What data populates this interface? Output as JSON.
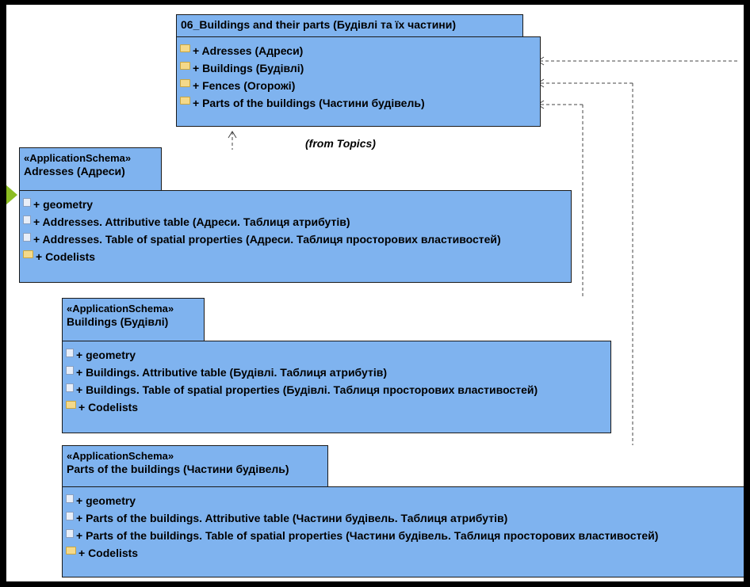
{
  "topics_package": {
    "title": "06_Buildings and their parts (Будівлі та їх частини)",
    "items": [
      {
        "icon": "folder-icon",
        "label": "+ Adresses (Адреси)"
      },
      {
        "icon": "folder-icon",
        "label": "+ Buildings (Будівлі)"
      },
      {
        "icon": "folder-icon",
        "label": "+ Fences (Огорожі)"
      },
      {
        "icon": "folder-icon",
        "label": "+ Parts of the buildings (Частини будівель)"
      }
    ],
    "from": "(from Topics)"
  },
  "adresses_package": {
    "stereotype": "«ApplicationSchema»",
    "name": "Adresses (Адреси)",
    "items": [
      {
        "icon": "class-icon",
        "label": "+ geometry"
      },
      {
        "icon": "class-icon",
        "label": "+ Addresses. Attributive table (Адреси. Таблиця атрибутів)"
      },
      {
        "icon": "class-icon",
        "label": "+ Addresses. Table of spatial properties (Адреси. Таблиця просторових властивостей)"
      },
      {
        "icon": "folder-icon",
        "label": "+ Codelists"
      }
    ]
  },
  "buildings_package": {
    "stereotype": "«ApplicationSchema»",
    "name": "Buildings (Будівлі)",
    "items": [
      {
        "icon": "class-icon",
        "label": "+ geometry"
      },
      {
        "icon": "class-icon",
        "label": "+ Buildings. Attributive table (Будівлі. Таблиця атрибутів)"
      },
      {
        "icon": "class-icon",
        "label": "+ Buildings. Table of spatial properties (Будівлі. Таблиця просторових властивостей)"
      },
      {
        "icon": "folder-icon",
        "label": "+ Codelists"
      }
    ]
  },
  "parts_package": {
    "stereotype": "«ApplicationSchema»",
    "name": "Parts of the buildings (Частини будівель)",
    "items": [
      {
        "icon": "class-icon",
        "label": "+ geometry"
      },
      {
        "icon": "class-icon",
        "label": "+ Parts of the buildings. Attributive table (Частини будівель. Таблиця атрибутів)"
      },
      {
        "icon": "class-icon",
        "label": "+ Parts of the buildings. Table of spatial properties (Частини будівель. Таблиця просторових властивостей)"
      },
      {
        "icon": "folder-icon",
        "label": "+ Codelists"
      }
    ]
  },
  "colors": {
    "package_fill": "#7fb3ef",
    "slide_arrow": "#8cbd22"
  }
}
